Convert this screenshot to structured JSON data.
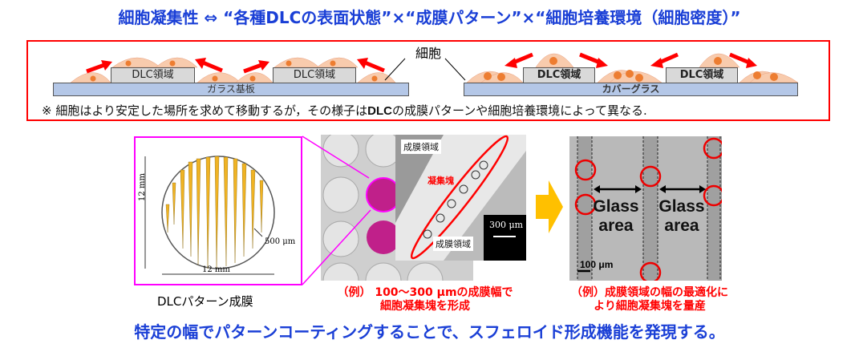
{
  "title": "細胞凝集性 ⇔ “各種DLCの表面状態”×“成膜パターン”×“細胞培養環境（細胞密度）”",
  "diagram": {
    "left": {
      "substrate": "ガラス基板",
      "dlc_label": "DLC領域"
    },
    "right": {
      "substrate": "カバーグラス",
      "dlc_label": "DLC領域"
    },
    "cell_label": "細胞",
    "note_prefix": "※ 細胞はより安定した場所を求めて移動するが，その様子は",
    "note_dlc": "DLC",
    "note_suffix": "の成膜パターンや細胞培養環境によって異なる."
  },
  "pattern": {
    "dim_vertical": "12 mm",
    "dim_horizontal": "12 mm",
    "dim_strip": "500 μm",
    "caption": "DLCパターン成膜"
  },
  "micrograph1": {
    "label_top": "成膜領域",
    "label_bottom": "成膜領域",
    "aggregate": "凝集塊",
    "scale": "300 μm"
  },
  "caption1": [
    "（例） 100〜300 μmの成膜幅で",
    "細胞凝集塊を形成"
  ],
  "micrograph2": {
    "glass_area": [
      "Glass",
      "area"
    ],
    "scale": "100 μm"
  },
  "caption2": [
    "（例）成膜領域の幅の最適化に",
    "より細胞凝集塊を量産"
  ],
  "bottom": "特定の幅でパターンコーティングすることで、スフェロイド形成機能を発現する。",
  "colors": {
    "blue": "#1a3fd6",
    "red": "#ff0000",
    "magenta": "#ff00ff",
    "cell": "#f8cbad",
    "nucleus": "#ed7d31",
    "arrow": "#ffc000"
  }
}
